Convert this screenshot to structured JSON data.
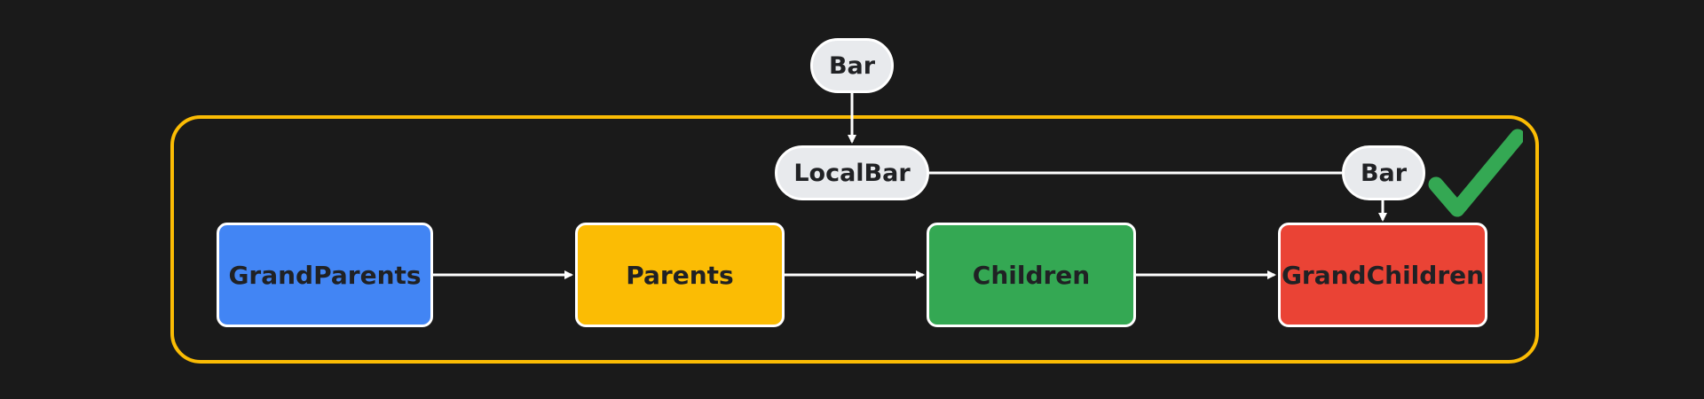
{
  "top_context": {
    "label": "Bar"
  },
  "local_provider": {
    "label": "LocalBar"
  },
  "override_context": {
    "label": "Bar"
  },
  "nodes": [
    {
      "label": "GrandParents",
      "color": "#4285f4"
    },
    {
      "label": "Parents",
      "color": "#fbbc04"
    },
    {
      "label": "Children",
      "color": "#34a853"
    },
    {
      "label": "GrandChildren",
      "color": "#ea4335"
    }
  ],
  "group_border_color": "#fbbc04",
  "check_color": "#34a853",
  "icons": {
    "check": "checkmark-icon"
  }
}
